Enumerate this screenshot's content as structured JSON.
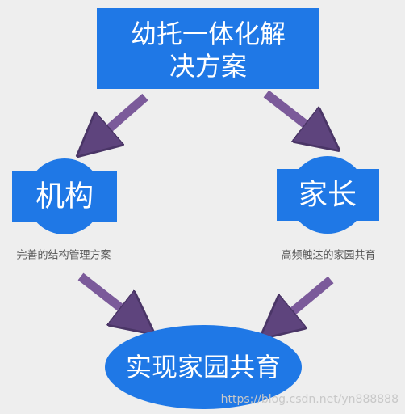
{
  "top_box": {
    "line1": "幼托一体化解",
    "line2": "决方案",
    "color": "#1f78e6"
  },
  "left_node": {
    "label": "机构",
    "caption": "完善的结构管理方案",
    "color": "#1f78e6"
  },
  "right_node": {
    "label": "家长",
    "caption": "高频触达的家园共育",
    "color": "#1f78e6"
  },
  "bottom_node": {
    "label": "实现家园共育",
    "color": "#1f78e6"
  },
  "arrow_color": "#7b5a9a",
  "watermark": "https://blog.csdn.net/yn888888"
}
